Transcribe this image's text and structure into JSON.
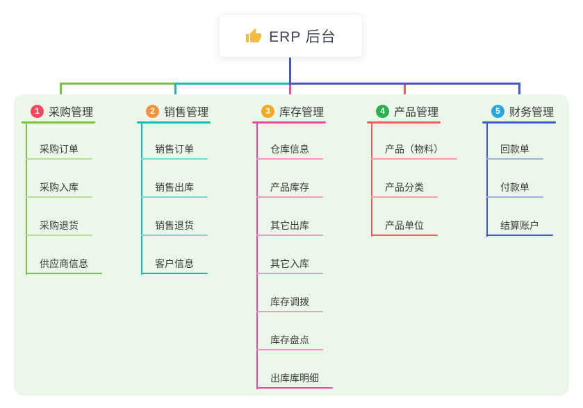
{
  "root": {
    "label": "ERP 后台",
    "icon": "thumbs-up-icon",
    "icon_color": "#f5bb3d"
  },
  "colors": {
    "page_bg": "#ffffff",
    "panel_bg": "#ebf7e9",
    "root_connector": "#4457d0",
    "title_text": "#353535",
    "child_text": "#3c3c3c"
  },
  "branches": [
    {
      "number": "1",
      "label": "采购管理",
      "badge_color": "#f0485f",
      "line_color": "#7cc141",
      "child_line_color": "#b9dd95",
      "children": [
        "采购订单",
        "采购入库",
        "采购退货",
        "供应商信息"
      ]
    },
    {
      "number": "2",
      "label": "销售管理",
      "badge_color": "#f6913c",
      "line_color": "#14bcb2",
      "child_line_color": "#7fd5cd",
      "children": [
        "销售订单",
        "销售出库",
        "销售退货",
        "客户信息"
      ]
    },
    {
      "number": "3",
      "label": "库存管理",
      "badge_color": "#f7a822",
      "line_color": "#e9489c",
      "child_line_color": "#f295c5",
      "children": [
        "仓库信息",
        "产品库存",
        "其它出库",
        "其它入库",
        "库存调拨",
        "库存盘点",
        "出库库明细"
      ]
    },
    {
      "number": "4",
      "label": "产品管理",
      "badge_color": "#28b24b",
      "line_color": "#f2585c",
      "child_line_color": "#f5a0a1",
      "children": [
        "产品（物料）",
        "产品分类",
        "产品单位"
      ]
    },
    {
      "number": "5",
      "label": "财务管理",
      "badge_color": "#2aa6de",
      "line_color": "#3d58d2",
      "child_line_color": "#9fb0e0",
      "children": [
        "回款单",
        "付款单",
        "结算账户"
      ]
    }
  ]
}
